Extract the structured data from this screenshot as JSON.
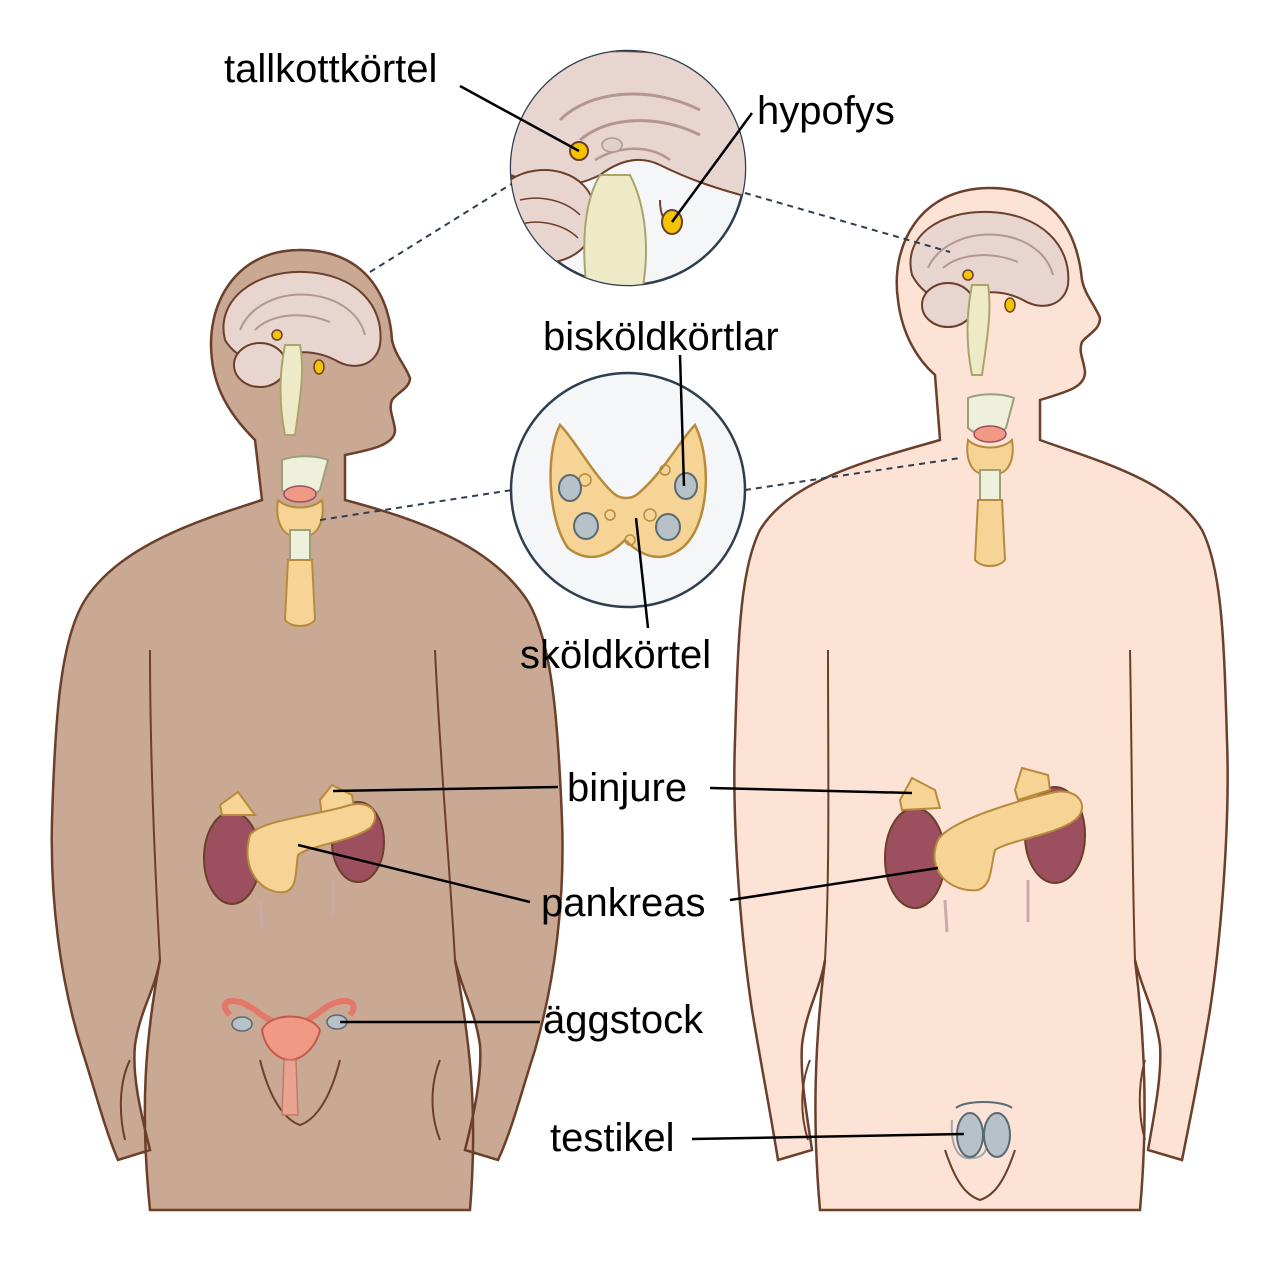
{
  "labels": {
    "pineal": "tallkottkörtel",
    "pituitary": "hypofys",
    "parathyroid": "bisköldkörtlar",
    "thyroid": "sköldkörtel",
    "adrenal": "binjure",
    "pancreas": "pankreas",
    "ovary": "äggstock",
    "testis": "testikel"
  },
  "colors": {
    "female_skin": "#c9a993",
    "male_skin": "#fde3d6",
    "outline": "#6b3f2a",
    "gland": "#f5d496",
    "gland_outline": "#b88a3c",
    "brain": "#e8d5d0",
    "kidney": "#9c4f5f",
    "ovary": "#f09a86",
    "pineal_pituitary": "#f5c400",
    "parathyroid": "#b7c2c8"
  }
}
